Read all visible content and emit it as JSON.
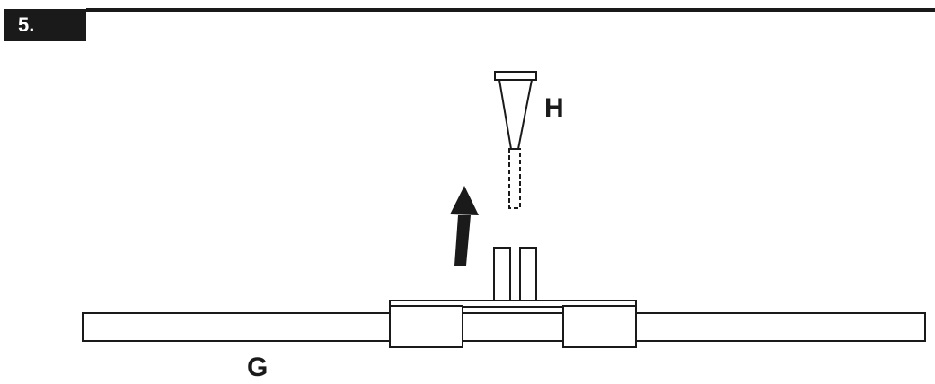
{
  "step": {
    "number": "5."
  },
  "labels": {
    "part_h": "H",
    "part_g": "G"
  },
  "icons": {
    "arrow": "up-arrow-icon"
  },
  "colors": {
    "ink": "#1a1a1a",
    "background": "#ffffff"
  }
}
